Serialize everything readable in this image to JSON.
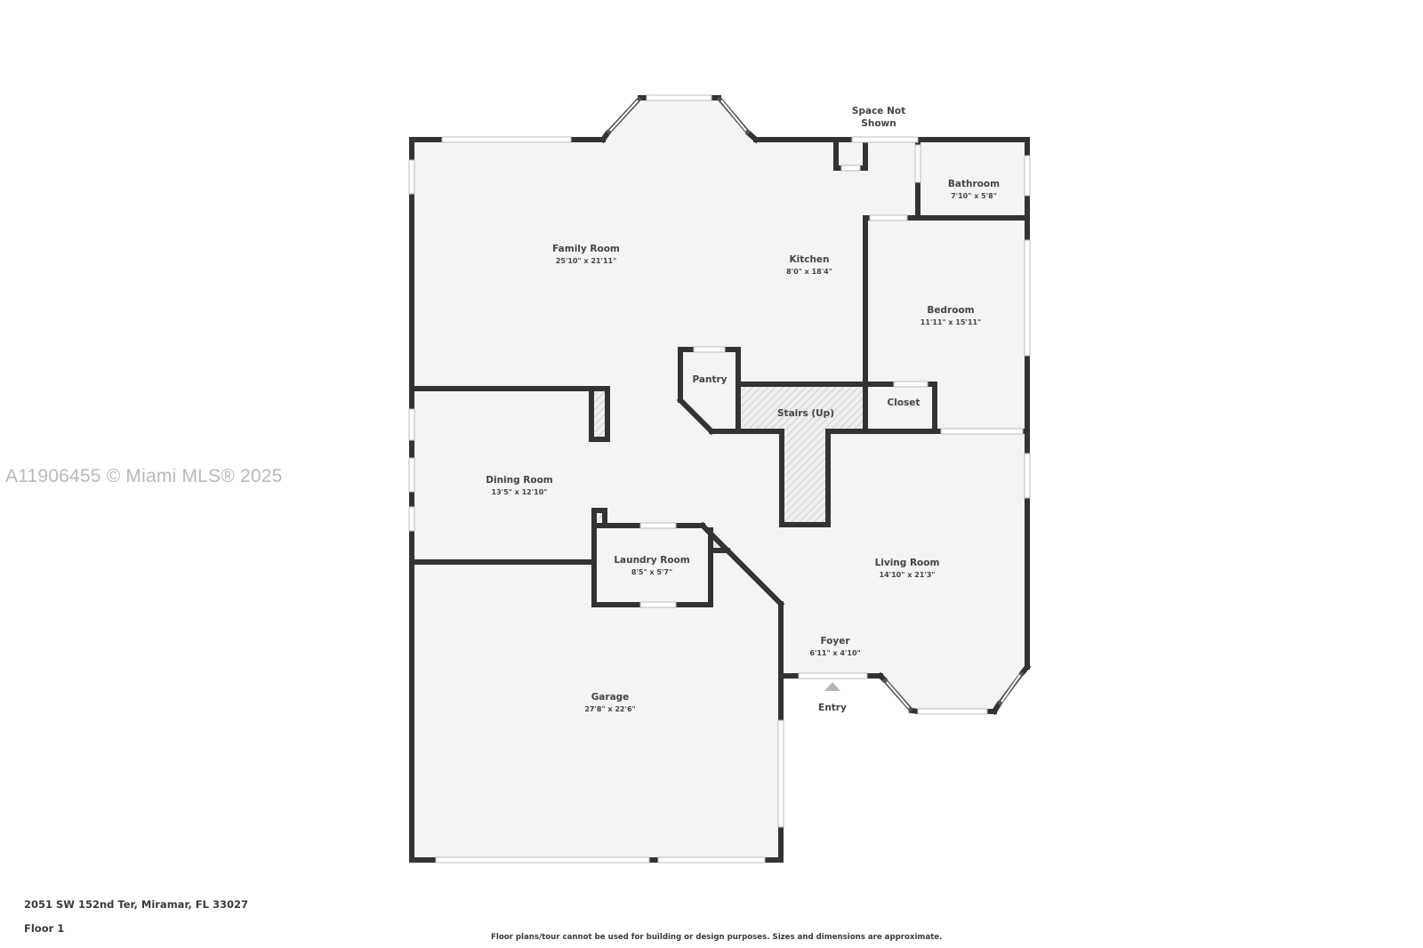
{
  "watermark": "A11906455 © Miami MLS® 2025",
  "footer": {
    "address": "2051 SW 152nd Ter, Miramar, FL 33027",
    "floor": "Floor 1",
    "disclaimer": "Floor plans/tour cannot be used for building or design purposes. Sizes and dimensions are approximate."
  },
  "colors": {
    "wall": "#333333",
    "floor_fill": "#f4f4f4",
    "label": "#444444",
    "entry_arrow": "#b5b5b5",
    "watermark": "#b9b9b9"
  },
  "rooms": {
    "family_room": {
      "name": "Family Room",
      "dims": "25'10\" x 21'11\""
    },
    "kitchen": {
      "name": "Kitchen",
      "dims": "8'0\" x 18'4\""
    },
    "bathroom": {
      "name": "Bathroom",
      "dims": "7'10\" x 5'8\""
    },
    "bedroom": {
      "name": "Bedroom",
      "dims": "11'11\" x 15'11\""
    },
    "pantry": {
      "name": "Pantry"
    },
    "stairs": {
      "name": "Stairs (Up)"
    },
    "closet": {
      "name": "Closet"
    },
    "dining_room": {
      "name": "Dining Room",
      "dims": "13'5\" x 12'10\""
    },
    "laundry_room": {
      "name": "Laundry Room",
      "dims": "8'5\" x 5'7\""
    },
    "living_room": {
      "name": "Living Room",
      "dims": "14'10\" x 21'3\""
    },
    "foyer": {
      "name": "Foyer",
      "dims": "6'11\" x 4'10\""
    },
    "garage": {
      "name": "Garage",
      "dims": "27'8\" x 22'6\""
    }
  },
  "labels": {
    "space_not_shown_1": "Space Not",
    "space_not_shown_2": "Shown",
    "entry": "Entry"
  }
}
